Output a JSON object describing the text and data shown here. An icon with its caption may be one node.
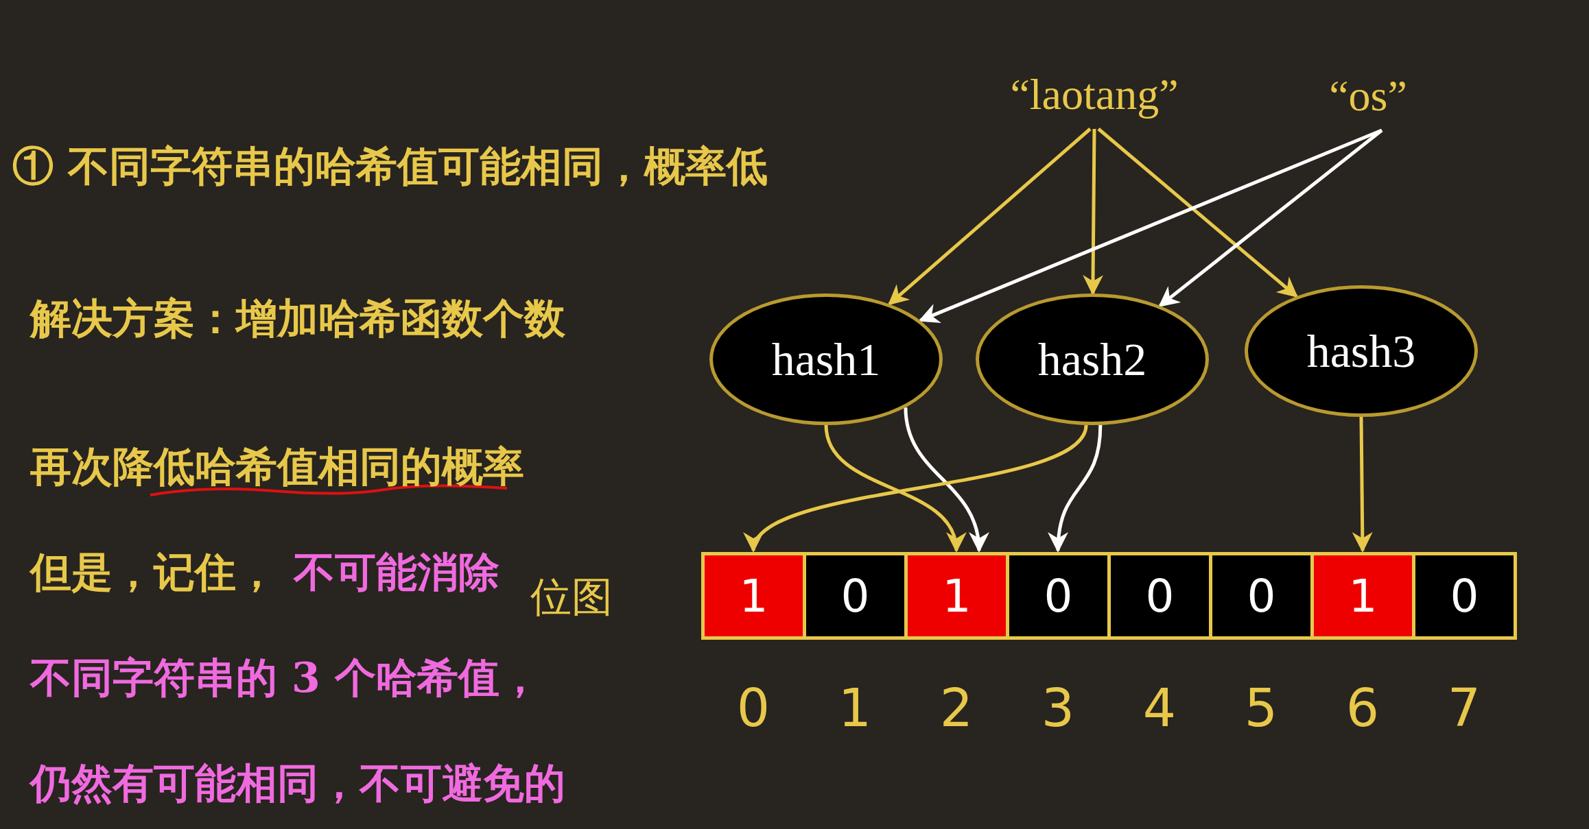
{
  "diagram": {
    "nodes": [
      {
        "text": [
          "“laotang”"
        ]
      },
      {
        "text": [
          "“os”"
        ]
      },
      {
        "text": [
          "hash1"
        ]
      },
      {
        "text": [
          "hash2"
        ]
      },
      {
        "text": [
          "hash3"
        ]
      },
      {
        "text": [
          "1"
        ]
      },
      {
        "text": [
          "0"
        ]
      },
      {
        "text": [
          "1"
        ]
      },
      {
        "text": [
          "0"
        ]
      },
      {
        "text": [
          "0"
        ]
      },
      {
        "text": [
          "0"
        ]
      },
      {
        "text": [
          "1"
        ]
      },
      {
        "text": [
          "0"
        ]
      }
    ],
    "edges": [
      {
        "from": 0,
        "to": 2,
        "arrow": "to"
      },
      {
        "from": 0,
        "to": 3,
        "arrow": "to"
      },
      {
        "from": 0,
        "to": 4,
        "arrow": "to"
      },
      {
        "from": 1,
        "to": 2,
        "arrow": "to",
        "color": "#ffffff"
      },
      {
        "from": 1,
        "to": 3,
        "arrow": "to",
        "color": "#ffffff"
      },
      {
        "from": 2,
        "to": 7,
        "arrow": "to"
      },
      {
        "from": 2,
        "to": 7,
        "arrow": "to",
        "color": "#ffffff"
      },
      {
        "from": 3,
        "to": 5,
        "arrow": "to"
      },
      {
        "from": 3,
        "to": 8,
        "arrow": "to",
        "color": "#ffffff"
      },
      {
        "from": 4,
        "to": 11,
        "arrow": "to"
      }
    ],
    "labels": [
      "① 不同字符串的哈希值可能相同，概率低",
      "解决方案：增加哈希函数个数",
      "再次降低哈希值相同的概率",
      "但是，记住，",
      "不可能消除",
      "位图",
      "不同字符串的 3 个哈希值，",
      "仍然有可能相同，不可避免的",
      "0",
      "1",
      "2",
      "3",
      "4",
      "5",
      "6",
      "7"
    ]
  }
}
